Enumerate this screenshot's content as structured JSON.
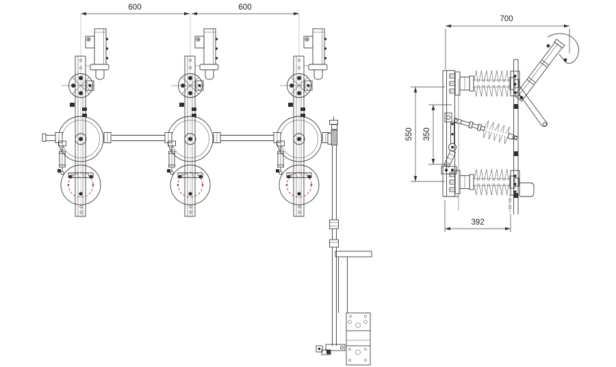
{
  "drawing": {
    "background": "#ffffff",
    "line_color": "#3a3a3a",
    "accent_red": "#9c4343"
  },
  "dimensions": {
    "pitch_a": "600",
    "pitch_b": "600",
    "top_width": "700",
    "overall_height": "550",
    "inner_height": "350",
    "base_width": "392"
  }
}
